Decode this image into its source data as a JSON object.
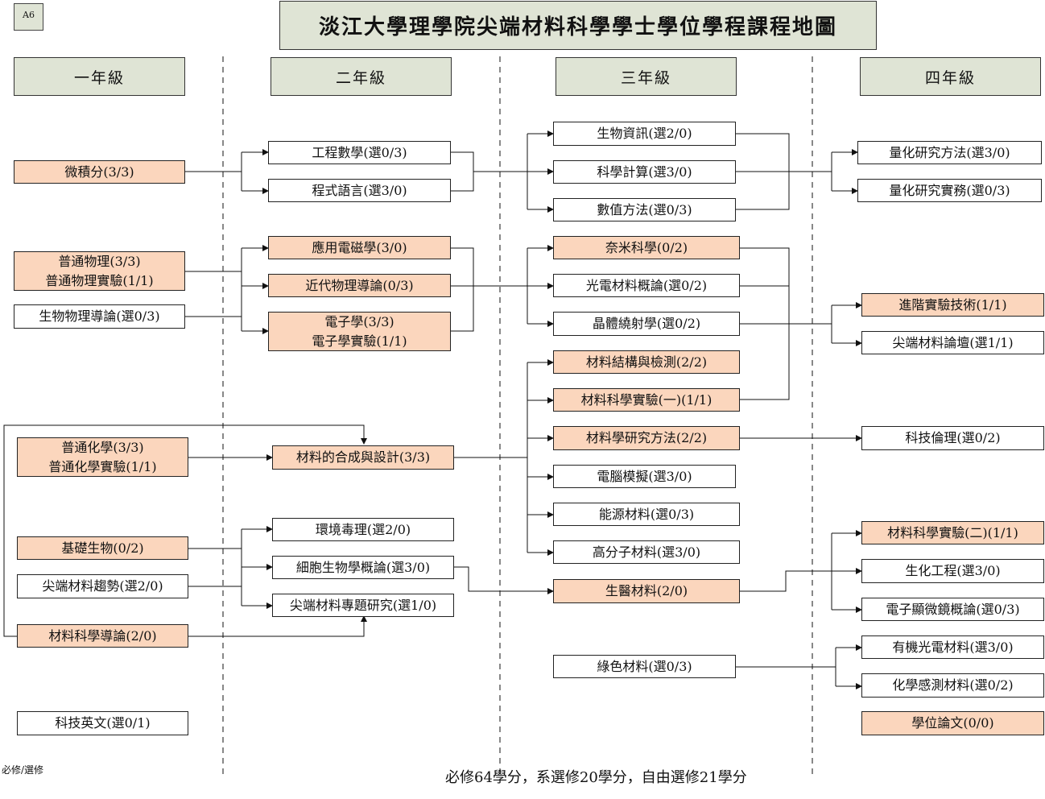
{
  "tag": "A6",
  "title": "淡江大學理學院尖端材料科學學士學位學程課程地圖",
  "years": [
    "一年級",
    "二年級",
    "三年級",
    "四年級"
  ],
  "legend": "必修/選修",
  "footer": "必修64學分，系選修20學分，自由選修21學分",
  "courses": {
    "calc": "微積分(3/3)",
    "phys": [
      "普通物理(3/3)",
      "普通物理實驗(1/1)"
    ],
    "biophys": "生物物理導論(選0/3)",
    "chem": [
      "普通化學(3/3)",
      "普通化學實驗(1/1)"
    ],
    "bio": "基礎生物(0/2)",
    "trend": "尖端材料趨勢(選2/0)",
    "intro": "材料科學導論(2/0)",
    "english": "科技英文(選0/1)",
    "engmath": "工程數學(選0/3)",
    "prog": "程式語言(選3/0)",
    "em": "應用電磁學(3/0)",
    "modern": "近代物理導論(0/3)",
    "elec": [
      "電子學(3/3)",
      "電子學實驗(1/1)"
    ],
    "synth": "材料的合成與設計(3/3)",
    "tox": "環境毒理(選2/0)",
    "cell": "細胞生物學概論(選3/0)",
    "topic": "尖端材料專題研究(選1/0)",
    "bioinfo": "生物資訊(選2/0)",
    "scicomp": "科學計算(選3/0)",
    "numeric": "數值方法(選0/3)",
    "nano": "奈米科學(0/2)",
    "opto": "光電材料概論(選0/2)",
    "xray": "晶體繞射學(選0/2)",
    "struct": "材料結構與檢測(2/2)",
    "lab1": "材料科學實驗(一)(1/1)",
    "method": "材料學研究方法(2/2)",
    "sim": "電腦模擬(選3/0)",
    "energy": "能源材料(選0/3)",
    "polymer": "高分子材料(選3/0)",
    "biomed": "生醫材料(2/0)",
    "green": "綠色材料(選0/3)",
    "quant": "量化研究方法(選3/0)",
    "quantprac": "量化研究實務(選0/3)",
    "advlab": "進階實驗技術(1/1)",
    "forum": "尖端材料論壇(選1/1)",
    "ethics": "科技倫理(選0/2)",
    "lab2": "材料科學實驗(二)(1/1)",
    "biochem": "生化工程(選3/0)",
    "em_micro": "電子顯微鏡概論(選0/3)",
    "oled": "有機光電材料(選3/0)",
    "sensor": "化學感測材料(選0/2)",
    "thesis": "學位論文(0/0)"
  }
}
